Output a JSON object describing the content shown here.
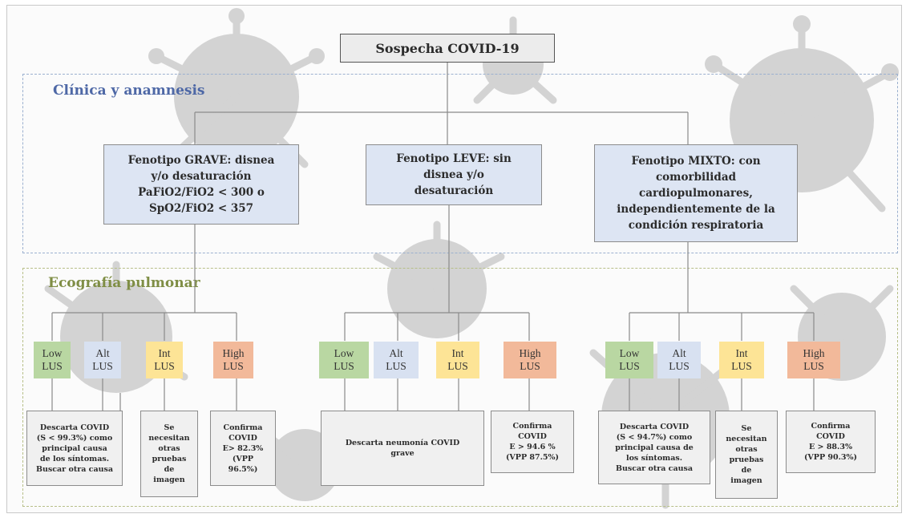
{
  "root": "Sospecha COVID-19",
  "sections": {
    "clinica": "Clínica y anamnesis",
    "eco": "Ecografía pulmonar"
  },
  "phenotypes": {
    "grave": [
      "Fenotipo GRAVE: disnea",
      "y/o desaturación",
      "PaFiO2/FiO2 < 300 o",
      "SpO2/FiO2 < 357"
    ],
    "leve": [
      "Fenotipo LEVE: sin",
      "disnea y/o",
      "desaturación"
    ],
    "mixto": [
      "Fenotipo MIXTO: con",
      "comorbilidad",
      "cardiopulmonares,",
      "independientemente de la",
      "condición respiratoria"
    ]
  },
  "lus_groups": [
    [
      {
        "l1": "Low",
        "l2": "LUS",
        "color": "#b9d7a2"
      },
      {
        "l1": "Alt",
        "l2": "LUS",
        "color": "#d8e1f1"
      },
      {
        "l1": "Int",
        "l2": "LUS",
        "color": "#fde496"
      },
      {
        "l1": "High",
        "l2": "LUS",
        "color": "#f2b99a"
      }
    ],
    [
      {
        "l1": "Low",
        "l2": "LUS",
        "color": "#b9d7a2"
      },
      {
        "l1": "Alt",
        "l2": "LUS",
        "color": "#d8e1f1"
      },
      {
        "l1": "Int",
        "l2": "LUS",
        "color": "#fde496"
      },
      {
        "l1": "High",
        "l2": "LUS",
        "color": "#f2b99a"
      }
    ],
    [
      {
        "l1": "Low",
        "l2": "LUS",
        "color": "#b9d7a2"
      },
      {
        "l1": "Alt",
        "l2": "LUS",
        "color": "#d8e1f1"
      },
      {
        "l1": "Int",
        "l2": "LUS",
        "color": "#fde496"
      },
      {
        "l1": "High",
        "l2": "LUS",
        "color": "#f2b99a"
      }
    ]
  ],
  "results": {
    "grave_descarta": [
      "Descarta COVID",
      "(S < 99.3%) como",
      "principal causa",
      "de los síntomas.",
      "Buscar otra causa"
    ],
    "grave_pruebas": [
      "Se",
      "necesitan",
      "otras",
      "pruebas",
      "de",
      "imagen"
    ],
    "grave_confirma": [
      "Confirma",
      "COVID",
      "E> 82.3%",
      "(VPP",
      "96.5%)"
    ],
    "leve_descarta": [
      "Descarta neumonía COVID",
      "grave"
    ],
    "leve_confirma": [
      "Confirma",
      "COVID",
      "E > 94.6 %",
      "(VPP 87.5%)"
    ],
    "mixto_descarta": [
      "Descarta COVID",
      "(S < 94.7%) como",
      "principal causa de",
      "los síntomas.",
      "Buscar otra causa"
    ],
    "mixto_pruebas": [
      "Se",
      "necesitan",
      "otras",
      "pruebas",
      "de",
      "imagen"
    ],
    "mixto_confirma": [
      "Confirma",
      "COVID",
      "E > 88.3%",
      "(VPP 90.3%)"
    ]
  }
}
